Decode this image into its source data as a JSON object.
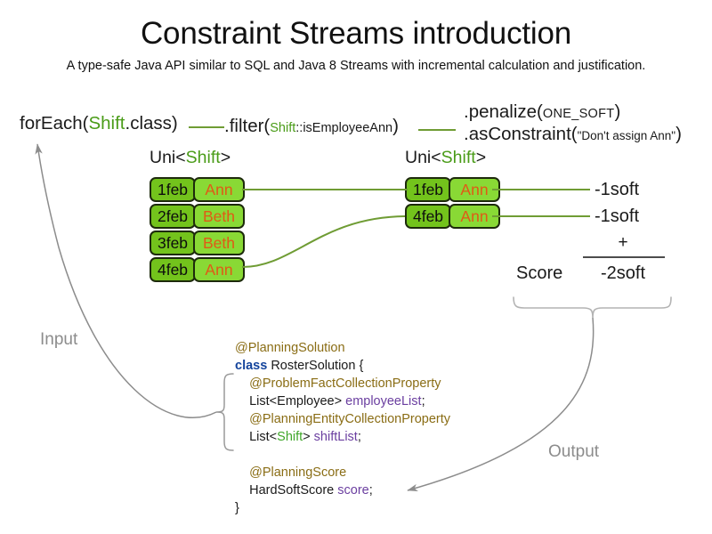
{
  "header": {
    "title": "Constraint Streams introduction",
    "subtitle": "A type-safe Java API similar to SQL and Java 8 Streams with incremental calculation and justification."
  },
  "pipeline": {
    "for_each": {
      "prefix": "forEach(",
      "type": "Shift",
      "suffix": ".class)"
    },
    "filter": {
      "prefix": ".filter(",
      "type": "Shift",
      "method": "::isEmployeeAnn",
      "suffix": ")"
    },
    "penalize": {
      "prefix": ".penalize(",
      "arg": "ONE_SOFT",
      "suffix": ")"
    },
    "as_constraint": {
      "prefix": ".asConstraint(",
      "arg": "\"Don't assign Ann\"",
      "suffix": ")"
    }
  },
  "streams": [
    {
      "label_prefix": "Uni<",
      "label_type": "Shift",
      "label_suffix": ">",
      "rows": [
        {
          "date": "1feb",
          "name": "Ann"
        },
        {
          "date": "2feb",
          "name": "Beth"
        },
        {
          "date": "3feb",
          "name": "Beth"
        },
        {
          "date": "4feb",
          "name": "Ann"
        }
      ]
    },
    {
      "label_prefix": "Uni<",
      "label_type": "Shift",
      "label_suffix": ">",
      "rows": [
        {
          "date": "1feb",
          "name": "Ann"
        },
        {
          "date": "4feb",
          "name": "Ann"
        }
      ]
    }
  ],
  "penalties": [
    "-1soft",
    "-1soft"
  ],
  "score": {
    "label": "Score",
    "operator": "+",
    "total": "-2soft"
  },
  "code": {
    "line1_ann": "@PlanningSolution",
    "line2_kw": "class",
    "line2_rest": " RosterSolution {",
    "line3_ann": "    @ProblemFactCollectionProperty",
    "line4_type": "    List<Employee> ",
    "line4_field": "employeeList",
    "line4_semi": ";",
    "line5_ann": "    @PlanningEntityCollectionProperty",
    "line6_a": "    List<",
    "line6_type": "Shift",
    "line6_b": "> ",
    "line6_field": "shiftList",
    "line6_semi": ";",
    "line7_ann": "    @PlanningScore",
    "line8_type": "    HardSoftScore ",
    "line8_field": "score",
    "line8_semi": ";",
    "line9_close": "}"
  },
  "captions": {
    "input": "Input",
    "output": "Output"
  },
  "colors": {
    "green_accent": "#4a9c18",
    "box_fill": "#7ed321",
    "box_fill_light": "#89d935",
    "box_border": "#1d2a0c",
    "name_text": "#e05a16",
    "connector": "#6f9c34",
    "annotation": "#8a6d15",
    "keyword": "#14449c",
    "field": "#6b3fa0",
    "caption": "#8c8c8c"
  }
}
